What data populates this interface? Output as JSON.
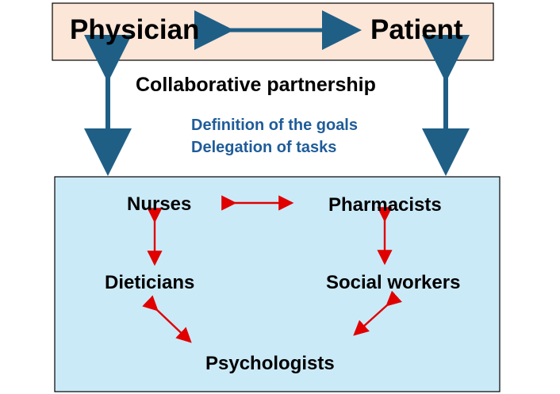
{
  "top": {
    "left": "Physician",
    "right": "Patient"
  },
  "partnership": {
    "title": "Collaborative partnership",
    "line1": "Definition of the goals",
    "line2": "Delegation of tasks"
  },
  "team": {
    "nurses": "Nurses",
    "pharmacists": "Pharmacists",
    "dieticians": "Dieticians",
    "social_workers": "Social workers",
    "psychologists": "Psychologists"
  },
  "colors": {
    "top_fill": "#fbe6d8",
    "bottom_fill": "#cbeaf8",
    "main_arrow": "#1f5f86",
    "team_arrow": "#e00000",
    "blue_text": "#1f5c99"
  }
}
